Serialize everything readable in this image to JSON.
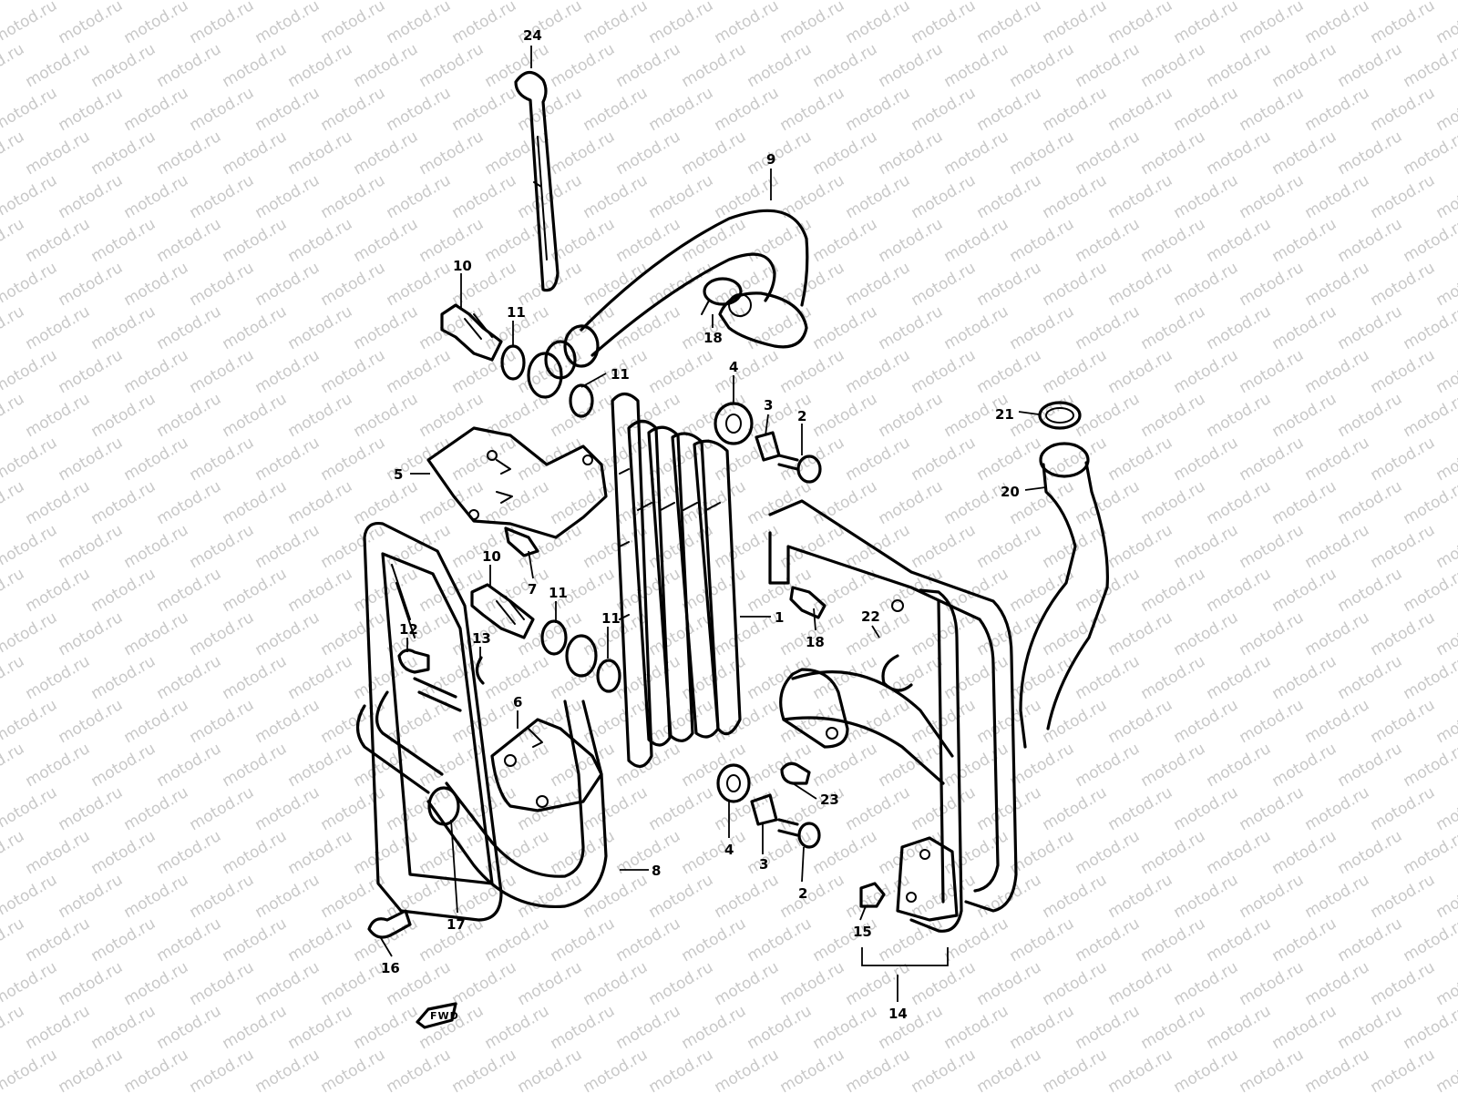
{
  "watermark": "motod.ru",
  "direction_marker": "FWD",
  "callouts": [
    "24",
    "9",
    "10",
    "11",
    "11",
    "18",
    "4",
    "3",
    "2",
    "21",
    "20",
    "5",
    "7",
    "10",
    "11",
    "11",
    "1",
    "18",
    "22",
    "12",
    "13",
    "6",
    "23",
    "4",
    "3",
    "2",
    "8",
    "17",
    "16",
    "15",
    "14"
  ]
}
